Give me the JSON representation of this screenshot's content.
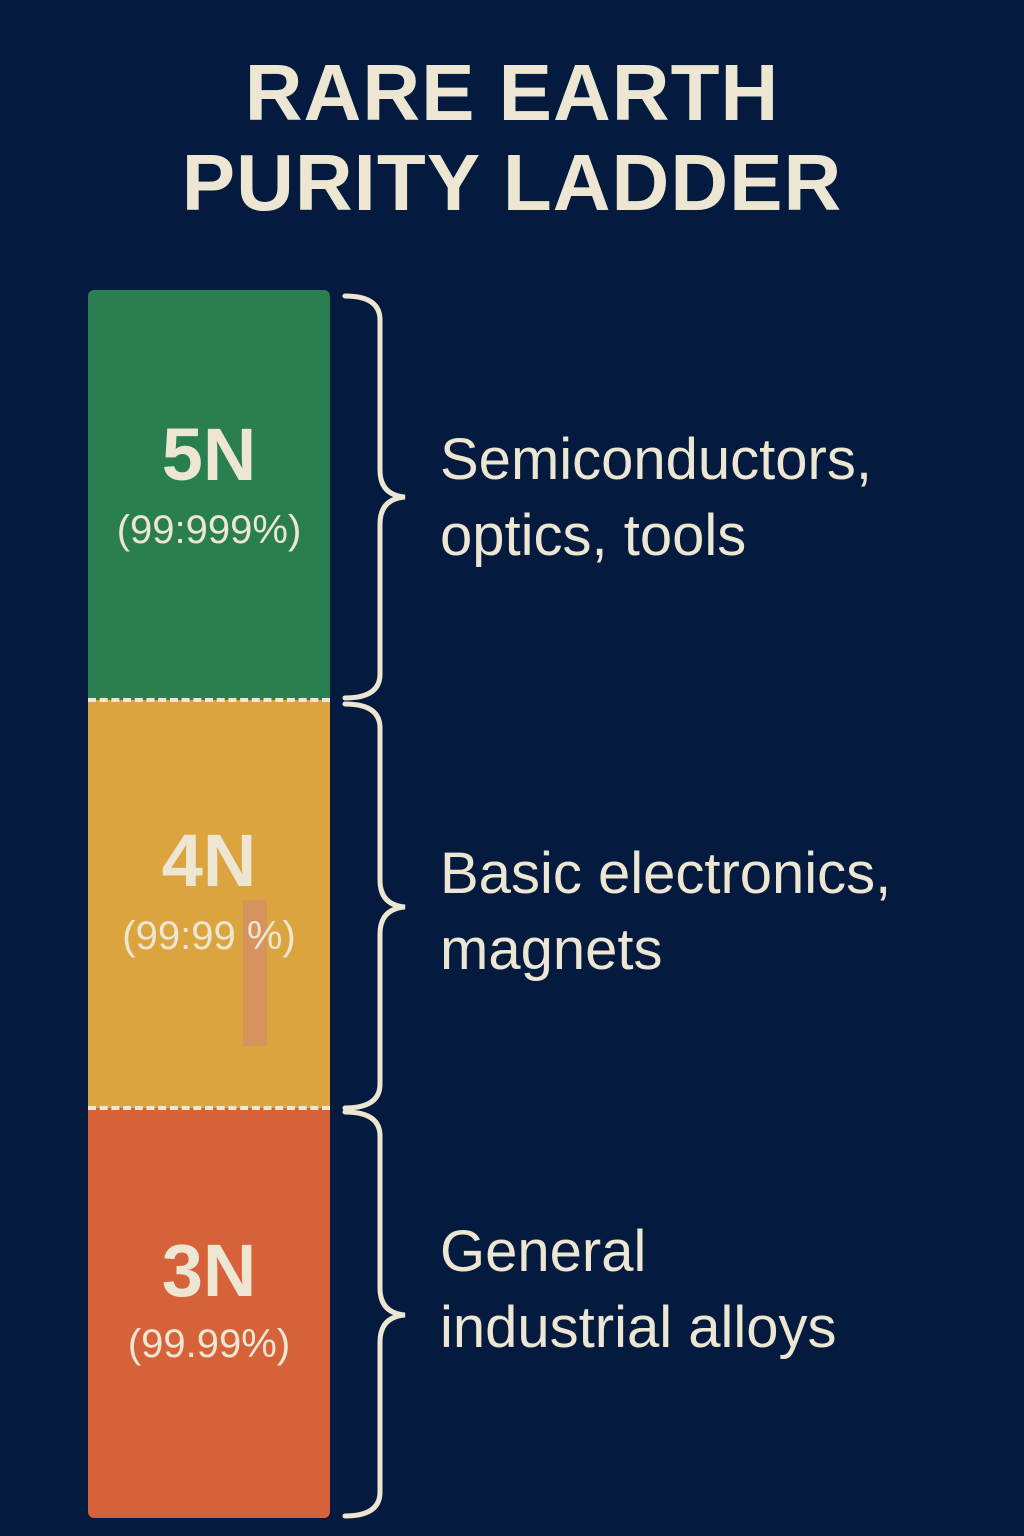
{
  "title": {
    "line1": "RARE EARTH",
    "line2": "PURITY LADDER"
  },
  "tiers": [
    {
      "code": "5N",
      "purity": "(99:999%)",
      "color": "#2a7f50",
      "application_line1": "Semiconductors,",
      "application_line2": "optics, tools"
    },
    {
      "code": "4N",
      "purity": "(99:99 %)",
      "color": "#dca43e",
      "application_line1": "Basic electronics,",
      "application_line2": "magnets"
    },
    {
      "code": "3N",
      "purity": "(99.99%)",
      "color": "#d6623a",
      "application_line1": "General",
      "application_line2": "industrial alloys"
    }
  ]
}
